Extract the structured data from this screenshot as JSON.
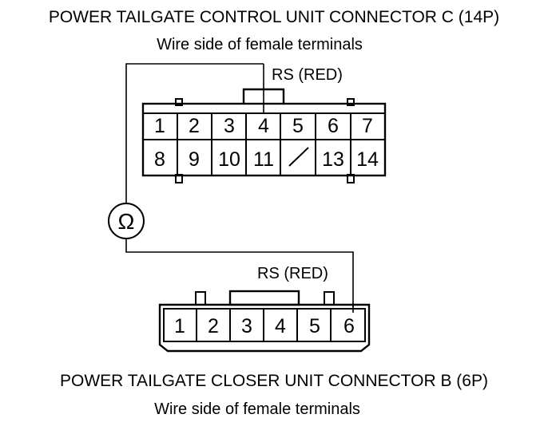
{
  "connector_c": {
    "title": "POWER TAILGATE CONTROL UNIT CONNECTOR C (14P)",
    "subtitle": "Wire side of female terminals",
    "probe_label": "RS (RED)",
    "row1": [
      "1",
      "2",
      "3",
      "4",
      "5",
      "6",
      "7"
    ],
    "row2": [
      "8",
      "9",
      "10",
      "11",
      "",
      "13",
      "14"
    ],
    "probe_pin": "4"
  },
  "connector_b": {
    "title": "POWER TAILGATE CLOSER UNIT CONNECTOR B (6P)",
    "subtitle": "Wire side of female terminals",
    "probe_label": "RS (RED)",
    "pins": [
      "1",
      "2",
      "3",
      "4",
      "5",
      "6"
    ],
    "probe_pin": "6"
  },
  "meter": {
    "symbol": "Ω",
    "icon": "ohmmeter-icon"
  }
}
